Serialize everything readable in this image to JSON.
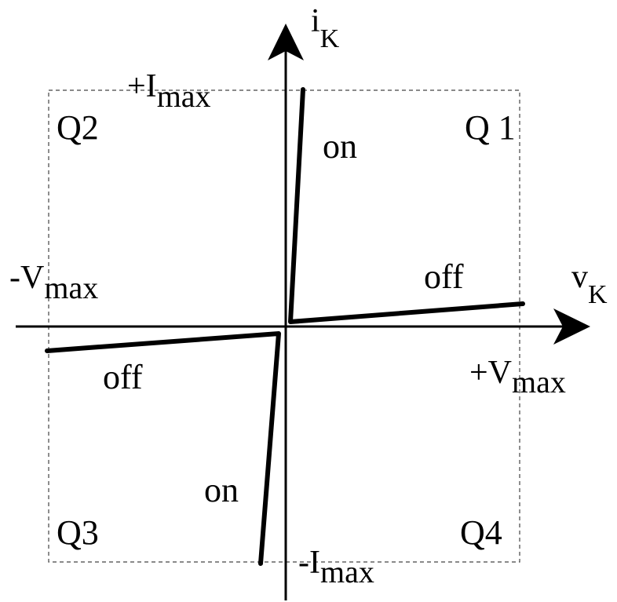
{
  "diagram": {
    "axes": {
      "vertical": {
        "base": "i",
        "sub": "K"
      },
      "horizontal": {
        "base": "v",
        "sub": "K"
      }
    },
    "limits": {
      "plus_i": {
        "main": "+I",
        "sub": "max"
      },
      "minus_i": {
        "main": "-I",
        "sub": "max"
      },
      "plus_v": {
        "main": "+V",
        "sub": "max"
      },
      "minus_v": {
        "main": "-V",
        "sub": "max"
      }
    },
    "quadrants": {
      "q1": "Q 1",
      "q2": "Q2",
      "q3": "Q3",
      "q4": "Q4"
    },
    "segment_labels": {
      "on_upper": "on",
      "off_right": "off",
      "off_left": "off",
      "on_lower": "on"
    }
  }
}
